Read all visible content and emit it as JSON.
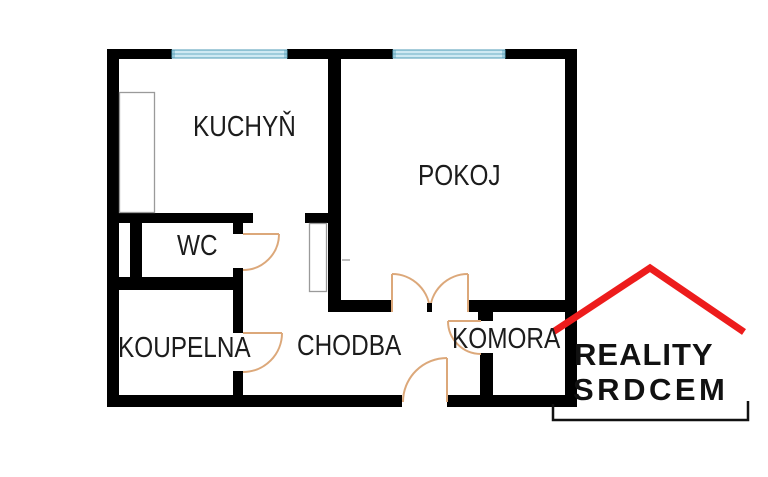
{
  "rooms": [
    {
      "id": "kuchyn",
      "label": "KUCHYŇ"
    },
    {
      "id": "pokoj",
      "label": "POKOJ"
    },
    {
      "id": "wc",
      "label": "WC"
    },
    {
      "id": "koupelna",
      "label": "KOUPELNA"
    },
    {
      "id": "chodba",
      "label": "CHODBA"
    },
    {
      "id": "komora",
      "label": "KOMORA"
    }
  ],
  "logo": {
    "line1": "REALITY",
    "line2": "SRDCEM"
  },
  "colors": {
    "wall": "#000000",
    "door": "#dca87a",
    "window_fill": "#cfe9f3",
    "window_border": "#4d9ab5",
    "fixture": "#9a9a9a",
    "label": "#1c1c1c",
    "roof": "#ed1c1c",
    "logo_text": "#111111",
    "background": "#ffffff"
  }
}
